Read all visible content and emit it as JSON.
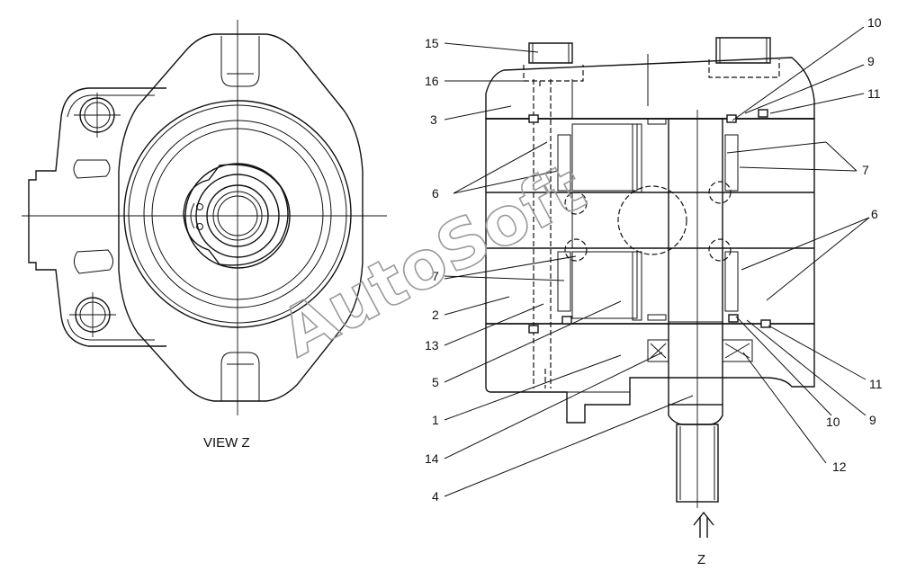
{
  "view_label": "VIEW Z",
  "direction_label": "Z",
  "watermark": "AutoSoft",
  "callouts": [
    {
      "id": "c15a",
      "text": "15"
    },
    {
      "id": "c16a",
      "text": "16"
    },
    {
      "id": "c3a",
      "text": "3"
    },
    {
      "id": "c6a",
      "text": "6"
    },
    {
      "id": "c7a",
      "text": "7"
    },
    {
      "id": "c2a",
      "text": "2"
    },
    {
      "id": "c13a",
      "text": "13"
    },
    {
      "id": "c5a",
      "text": "5"
    },
    {
      "id": "c1a",
      "text": "1"
    },
    {
      "id": "c14a",
      "text": "14"
    },
    {
      "id": "c4a",
      "text": "4"
    },
    {
      "id": "c10a",
      "text": "10"
    },
    {
      "id": "c9a",
      "text": "9"
    },
    {
      "id": "c11a",
      "text": "11"
    },
    {
      "id": "c7b",
      "text": "7"
    },
    {
      "id": "c6b",
      "text": "6"
    },
    {
      "id": "c11b",
      "text": "11"
    },
    {
      "id": "c9b",
      "text": "9"
    },
    {
      "id": "c10b",
      "text": "10"
    },
    {
      "id": "c12a",
      "text": "12"
    }
  ]
}
